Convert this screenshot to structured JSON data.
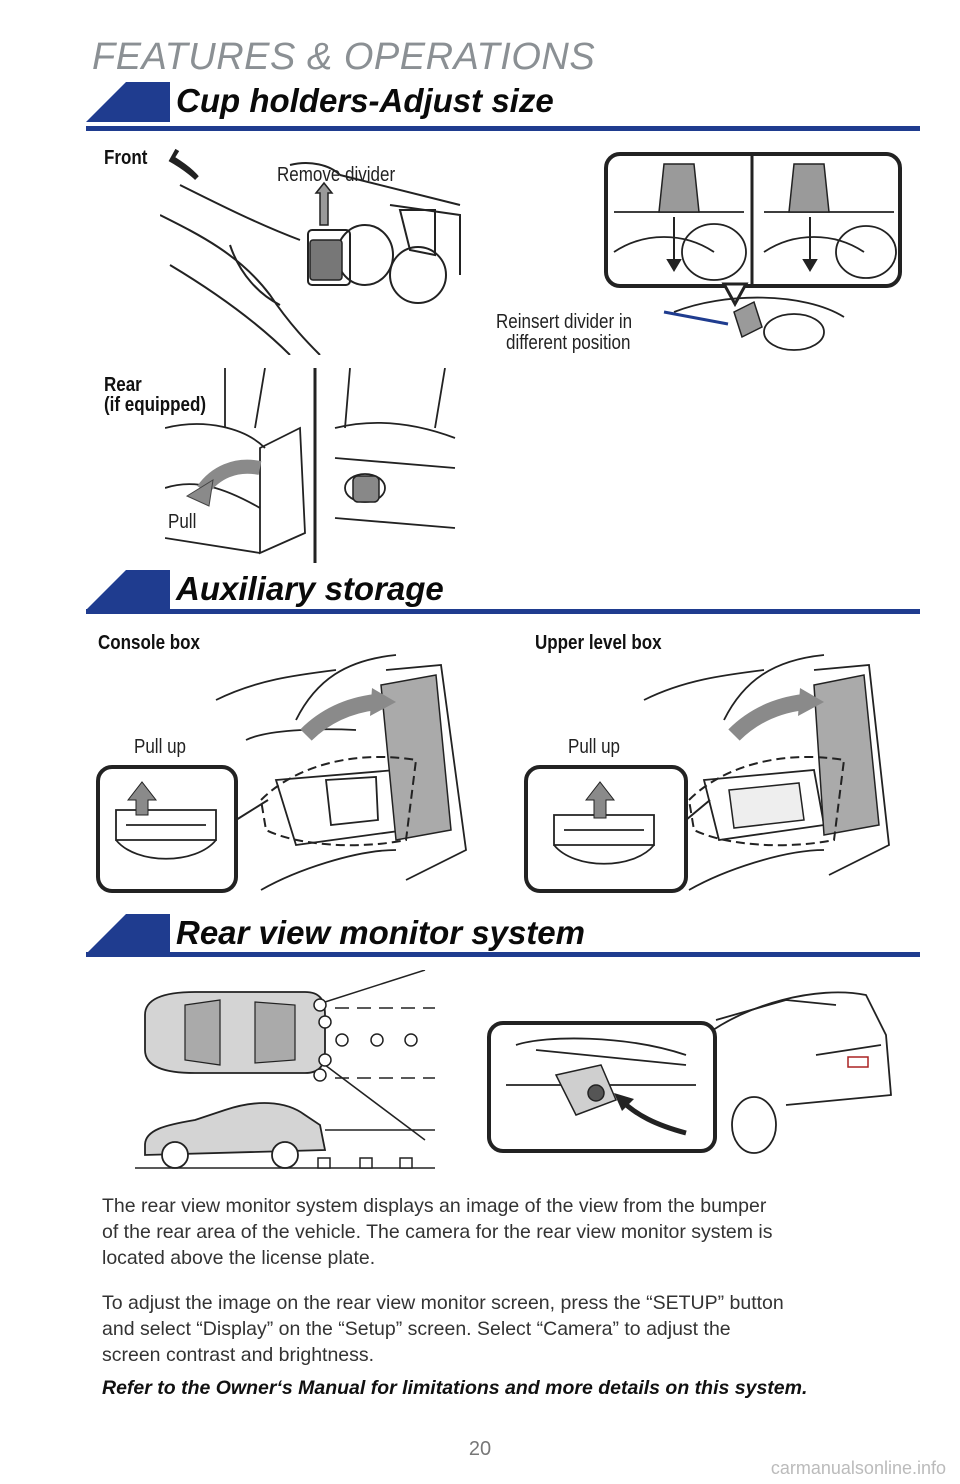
{
  "header": {
    "title": "FEATURES & OPERATIONS"
  },
  "sections": {
    "cup_holders": {
      "title": "Cup holders-Adjust size",
      "front_label": "Front",
      "remove_divider": "Remove divider",
      "reinsert_line1": "Reinsert divider in",
      "reinsert_line2": "different position",
      "rear_label": "Rear",
      "rear_sub": "(if equipped)",
      "pull": "Pull"
    },
    "aux_storage": {
      "title": "Auxiliary storage",
      "console_box": "Console box",
      "upper_level_box": "Upper level box",
      "pull_up_left": "Pull up",
      "pull_up_right": "Pull up"
    },
    "rear_view": {
      "title": "Rear view monitor system",
      "para1_line1": "The rear view monitor system displays an image of the view from the bumper",
      "para1_line2": "of the rear area of the vehicle. The camera for the rear view monitor system is",
      "para1_line3": "located above the license plate.",
      "para2_line1": "To adjust the image on the rear view monitor screen, press the “SETUP” button",
      "para2_line2": "and select “Display” on the “Setup” screen.  Select “Camera” to adjust the",
      "para2_line3": "screen contrast and brightness.",
      "refer": "Refer to the Owner‘s Manual for limitations and more details on this system."
    }
  },
  "footer": {
    "page_number": "20",
    "watermark": "carmanualsonline.info"
  },
  "colors": {
    "accent": "#1f3c8f",
    "header_gray": "#8b9094",
    "illus_gray": "#9a9a9a"
  }
}
